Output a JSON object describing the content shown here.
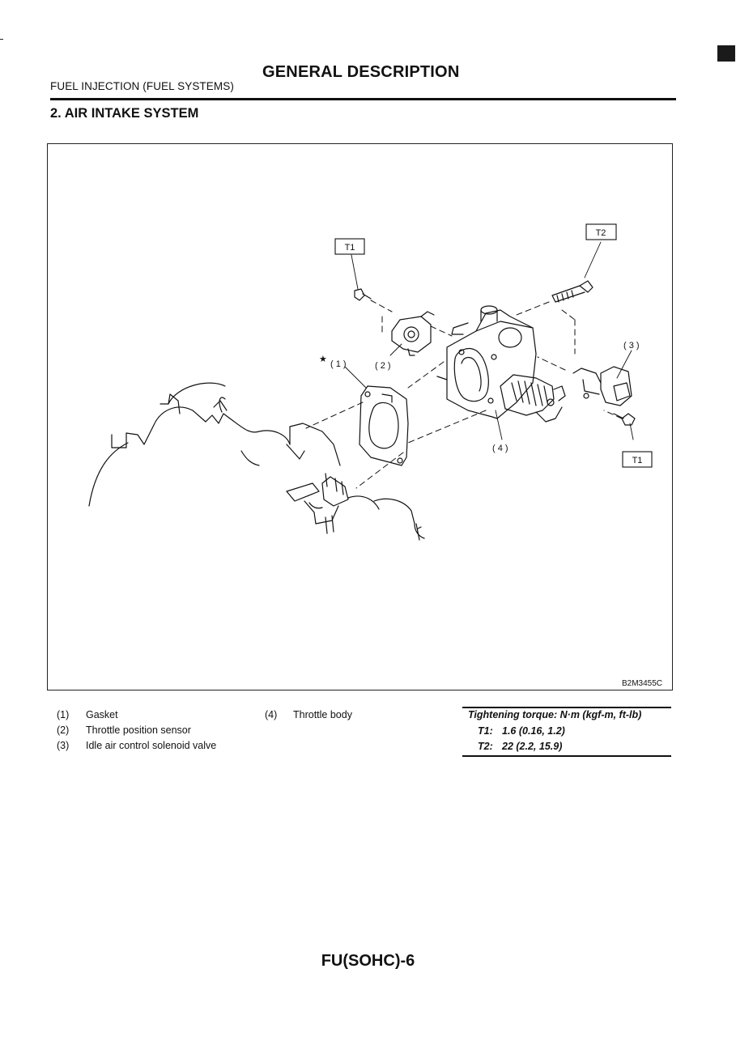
{
  "header": {
    "section_path": "FUEL INJECTION (FUEL SYSTEMS)",
    "title": "GENERAL DESCRIPTION"
  },
  "subsection": "2.  AIR INTAKE SYSTEM",
  "figure": {
    "code": "B2M3455C",
    "callouts": {
      "t1_top": "T1",
      "t2": "T2",
      "t1_bottom": "T1",
      "n1": "( 1 )",
      "n2": "( 2 )",
      "n3": "( 3 )",
      "n4": "( 4 )",
      "star": "★"
    }
  },
  "legend": [
    {
      "num": "(1)",
      "text": "Gasket"
    },
    {
      "num": "(2)",
      "text": "Throttle position sensor"
    },
    {
      "num": "(3)",
      "text": "Idle air control solenoid valve"
    },
    {
      "num": "(4)",
      "text": "Throttle body"
    }
  ],
  "torque": {
    "heading": "Tightening torque: N·m (kgf-m, ft-lb)",
    "rows": [
      {
        "key": "T1:",
        "value": "1.6 (0.16, 1.2)"
      },
      {
        "key": "T2:",
        "value": "22 (2.2, 15.9)"
      }
    ]
  },
  "page_number": "FU(SOHC)-6"
}
